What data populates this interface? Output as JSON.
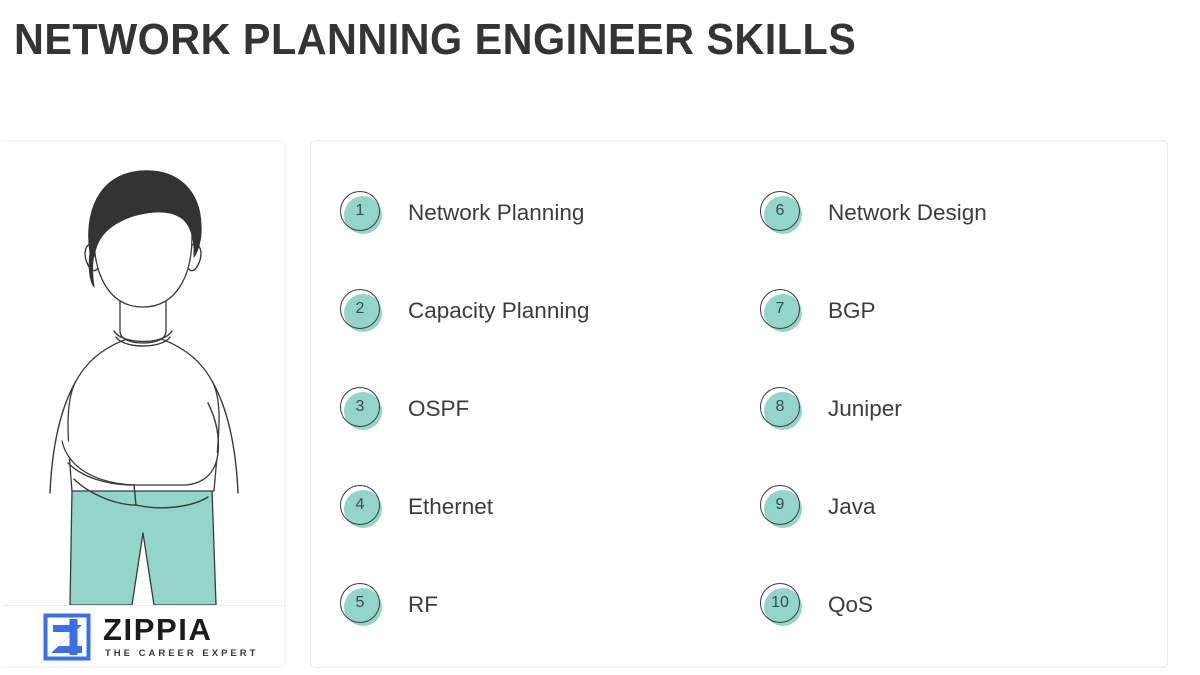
{
  "header": {
    "title": "NETWORK PLANNING ENGINEER SKILLS"
  },
  "illustration": {
    "alt_name": "person-with-crossed-arms-illustration",
    "hair_color": "#333333",
    "pants_color": "#93d6c9",
    "line_color": "#3a3a3a"
  },
  "logo": {
    "mark_name": "zippia-z-mark",
    "mark_color": "#3b6ee8",
    "wordmark": "ZIPPIA",
    "tagline": "THE CAREER EXPERT"
  },
  "theme": {
    "badge_fill": "#93d6c9",
    "badge_ring": "#3d3d3d",
    "text_color": "#3c3c3c",
    "title_color": "#343434",
    "card_border": "#ececec"
  },
  "skills": {
    "left_column": [
      {
        "rank": "1",
        "label": "Network Planning"
      },
      {
        "rank": "2",
        "label": "Capacity Planning"
      },
      {
        "rank": "3",
        "label": "OSPF"
      },
      {
        "rank": "4",
        "label": "Ethernet"
      },
      {
        "rank": "5",
        "label": "RF"
      }
    ],
    "right_column": [
      {
        "rank": "6",
        "label": "Network Design"
      },
      {
        "rank": "7",
        "label": "BGP"
      },
      {
        "rank": "8",
        "label": "Juniper"
      },
      {
        "rank": "9",
        "label": "Java"
      },
      {
        "rank": "10",
        "label": "QoS"
      }
    ]
  }
}
